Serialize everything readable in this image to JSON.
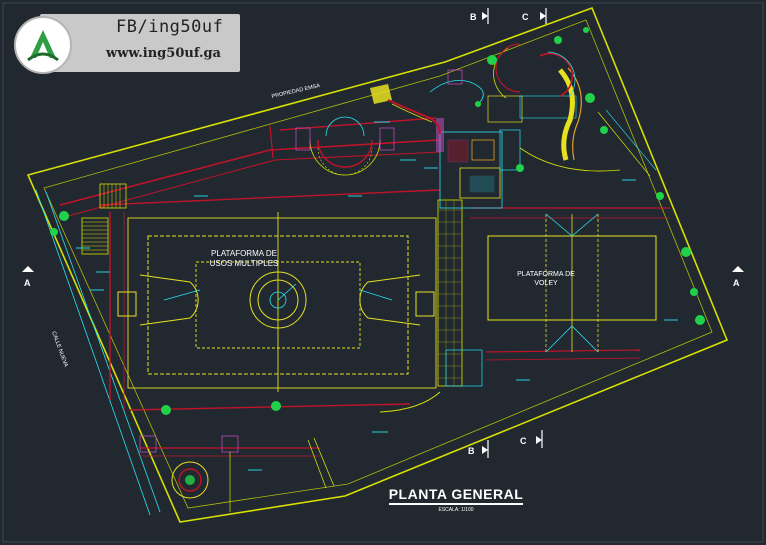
{
  "watermark": {
    "line1": "FB/ing50uf",
    "line2": "www.ing50uf.ga"
  },
  "drawing": {
    "title": "PLANTA GENERAL",
    "scale": "ESCALA: 1/100",
    "platform_multi_line1": "PLATAFORMA DE",
    "platform_multi_line2": "USOS MULTIPLES",
    "platform_volley_line1": "PLATAFORMA DE",
    "platform_volley_line2": "VOLEY",
    "property_label": "PROPIEDAD EMSA",
    "street_label": "CALLE NUEVA",
    "section_marks": {
      "a_left": "A",
      "a_right": "A",
      "b_top": "B",
      "c_top": "C",
      "b_bottom": "B",
      "c_bottom": "C"
    }
  },
  "colors": {
    "background": "#212830",
    "boundary": "#d7e000",
    "walls_red": "#c0142a",
    "court_lines": "#e6e020",
    "cyan": "#27e3f0",
    "trees": "#22d14a",
    "magenta": "#d14fc9",
    "white": "#ffffff"
  }
}
